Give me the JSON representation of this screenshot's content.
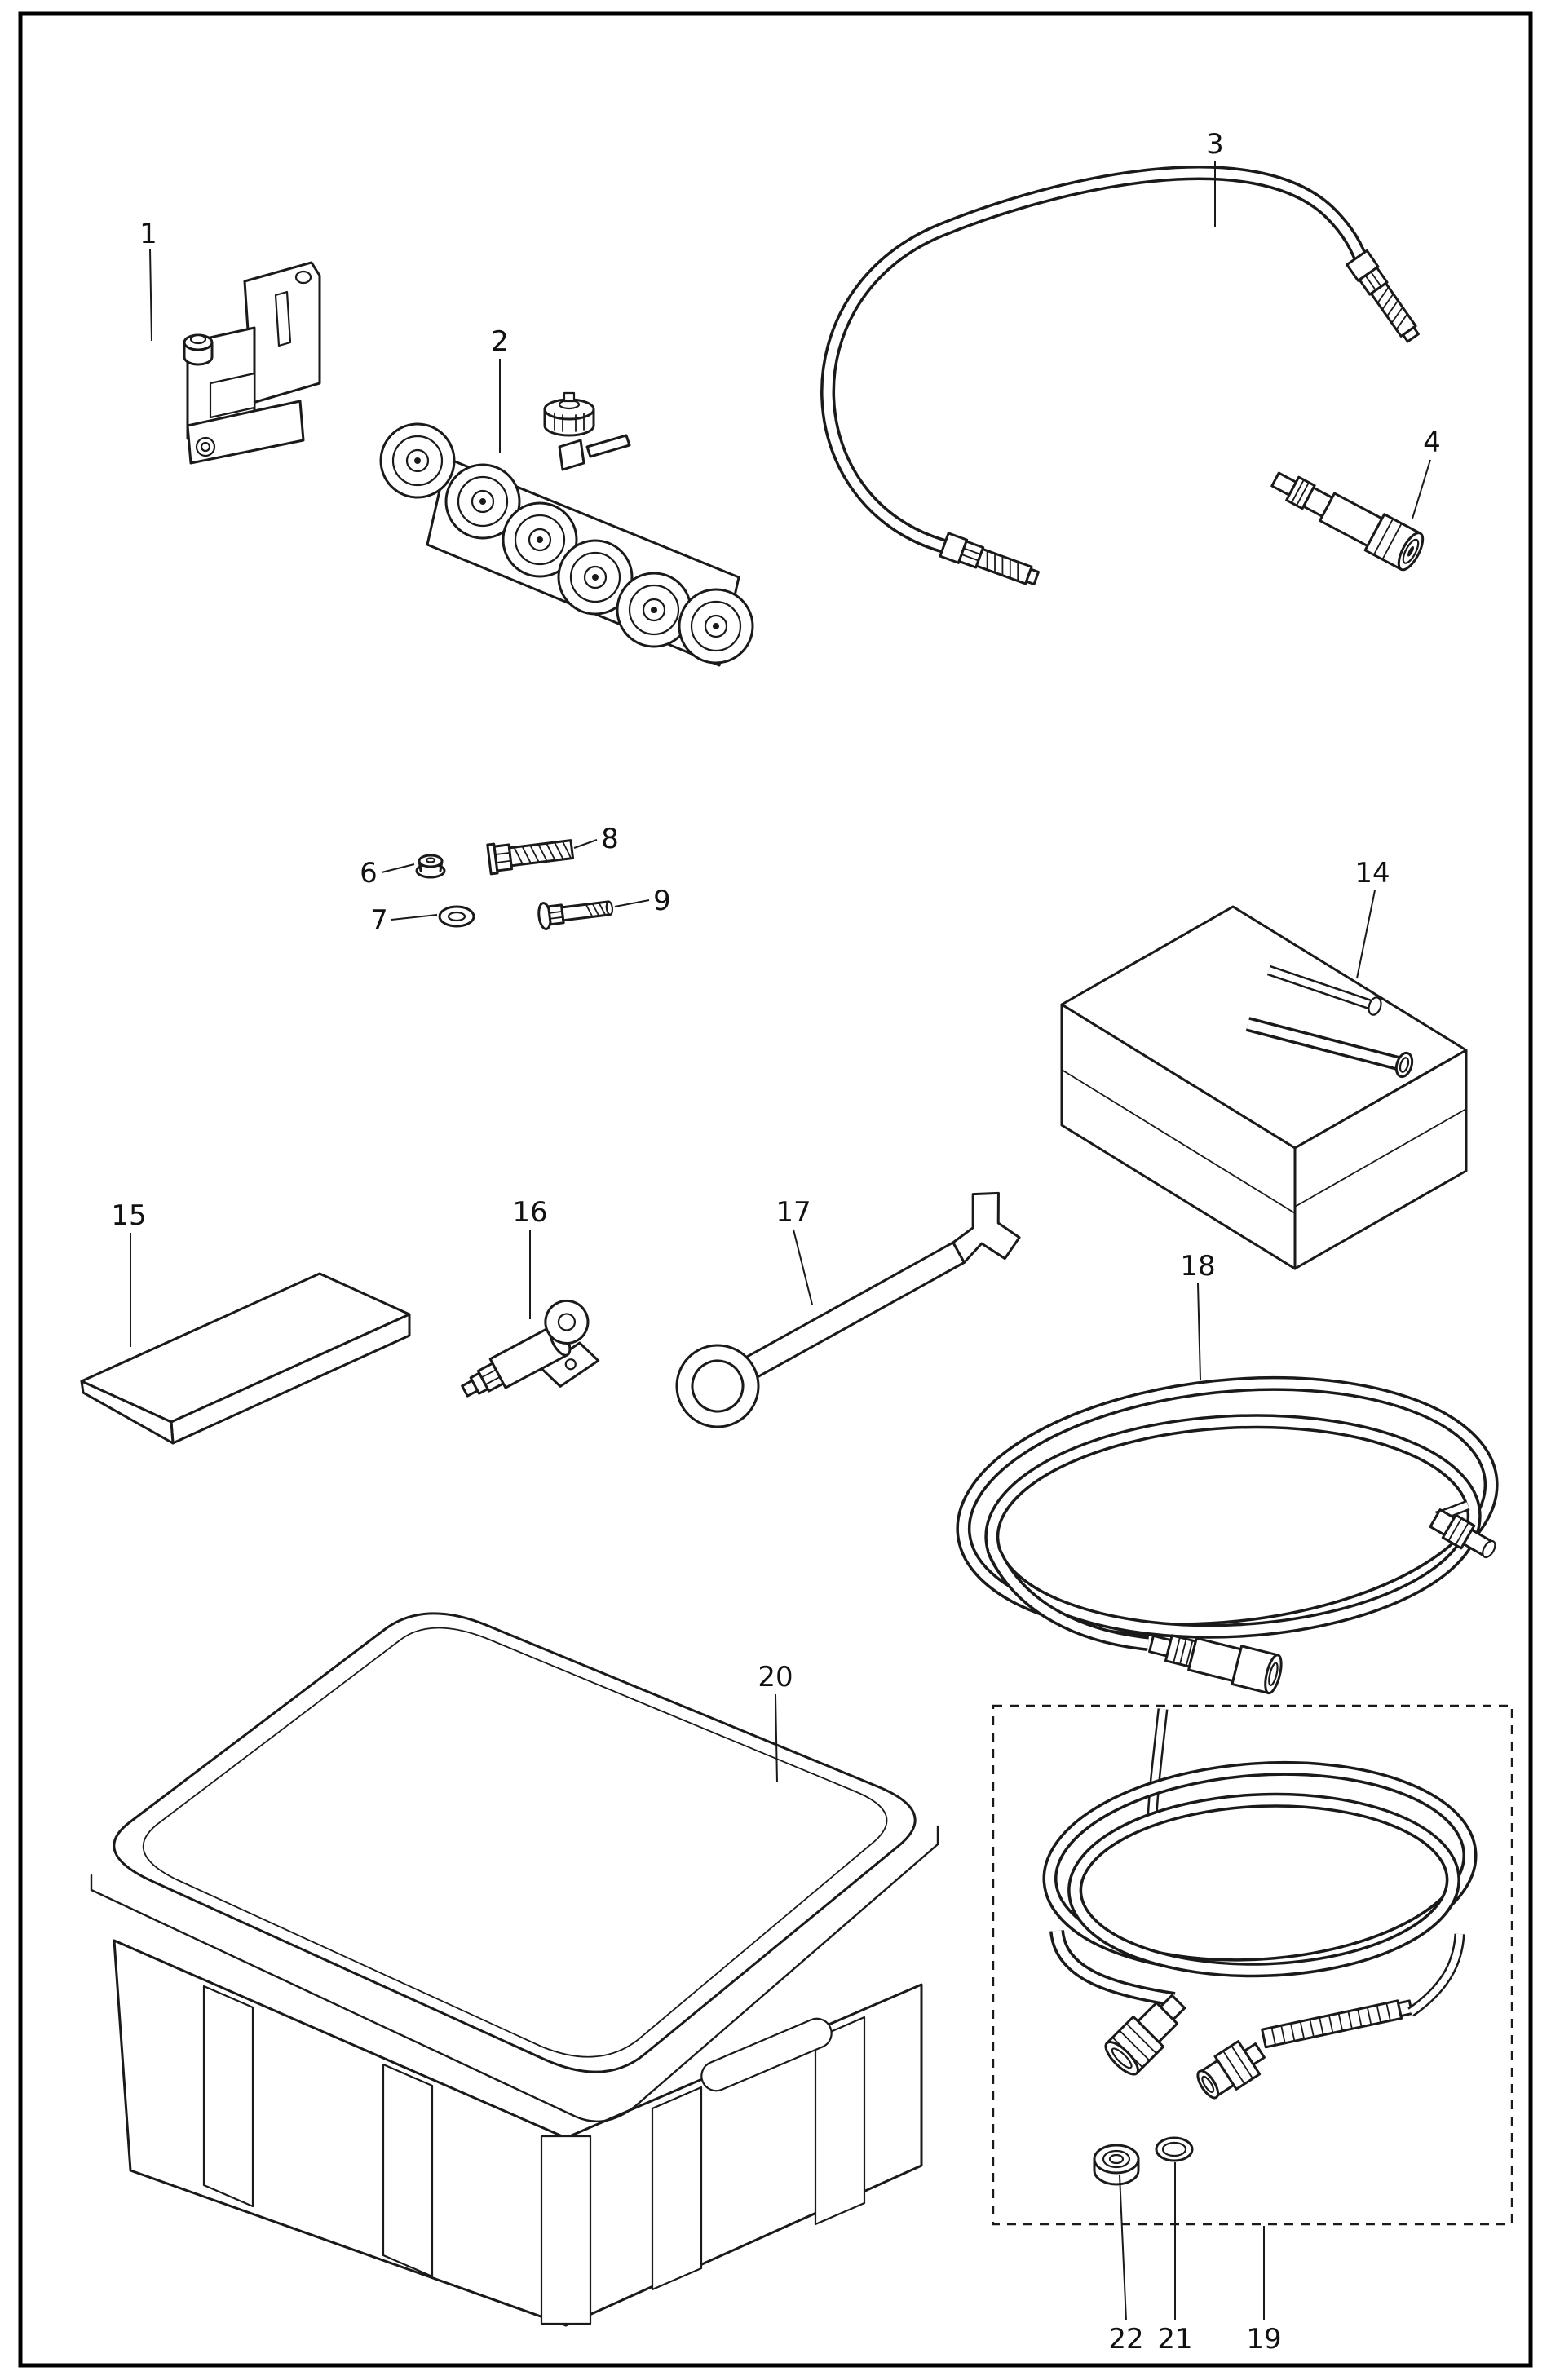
{
  "page": {
    "background": "#ffffff",
    "border_color": "#000000",
    "line_color": "#1a1a1a",
    "description": "Exploded parts diagram with numbered callouts"
  },
  "callouts": [
    {
      "id": "part-1",
      "label": "1"
    },
    {
      "id": "part-2",
      "label": "2"
    },
    {
      "id": "part-3",
      "label": "3"
    },
    {
      "id": "part-4",
      "label": "4"
    },
    {
      "id": "part-6",
      "label": "6"
    },
    {
      "id": "part-7",
      "label": "7"
    },
    {
      "id": "part-8",
      "label": "8"
    },
    {
      "id": "part-9",
      "label": "9"
    },
    {
      "id": "part-14",
      "label": "14"
    },
    {
      "id": "part-15",
      "label": "15"
    },
    {
      "id": "part-16",
      "label": "16"
    },
    {
      "id": "part-17",
      "label": "17"
    },
    {
      "id": "part-18",
      "label": "18"
    },
    {
      "id": "part-19",
      "label": "19"
    },
    {
      "id": "part-20",
      "label": "20"
    },
    {
      "id": "part-21",
      "label": "21"
    },
    {
      "id": "part-22",
      "label": "22"
    }
  ]
}
